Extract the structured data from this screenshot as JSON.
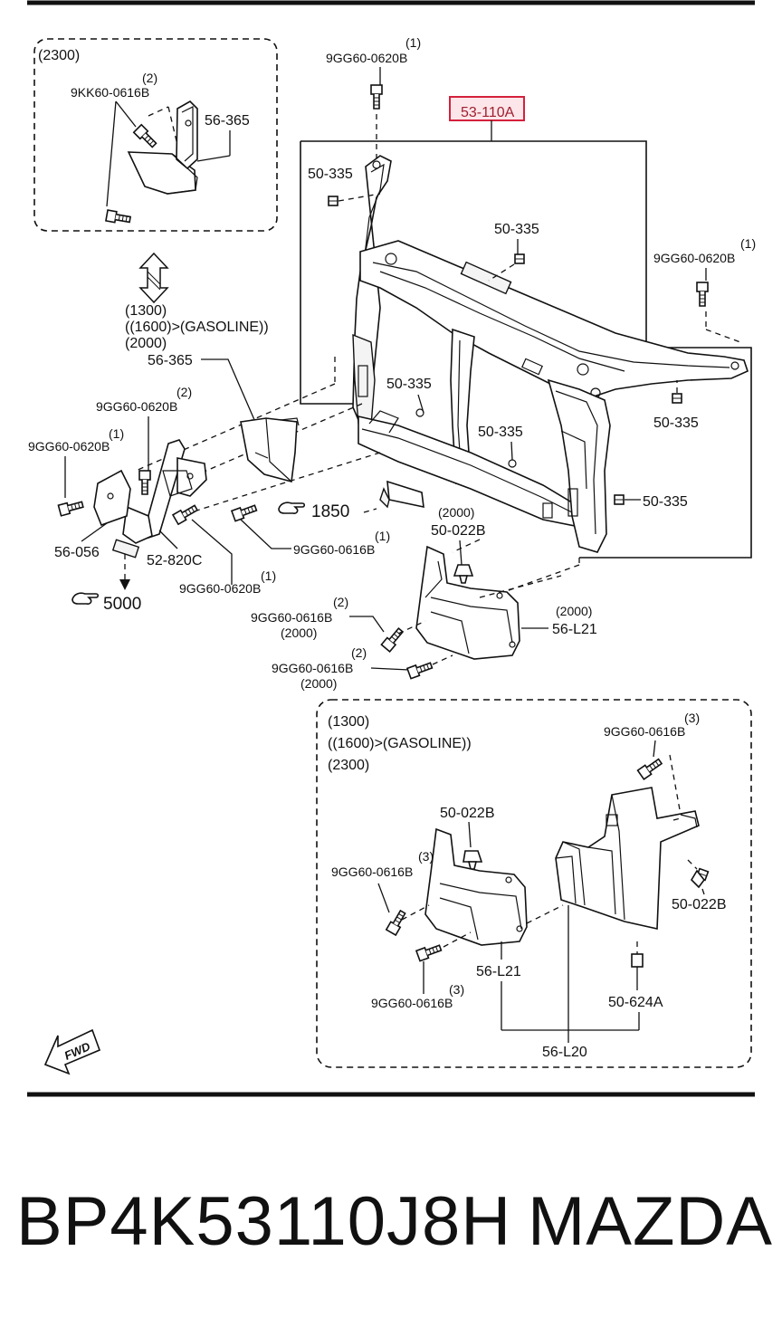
{
  "footer": {
    "part_number": "BP4K53110J8H",
    "brand": "MAZDA"
  },
  "callouts": {
    "box_2300": "(2300)",
    "q1": "(1)",
    "q2": "(2)",
    "q3": "(3)",
    "b_9GG60_0620B": "9GG60-0620B",
    "b_9KK60_0616B": "9KK60-0616B",
    "b_9GG60_0616B": "9GG60-0616B",
    "p_56_365": "56-365",
    "p_53_110A": "53-110A",
    "p_50_335": "50-335",
    "p_56_056": "56-056",
    "p_52_820C": "52-820C",
    "p_50_022B": "50-022B",
    "p_56_L21": "56-L21",
    "p_56_L20": "56-L20",
    "p_50_624A": "50-624A",
    "ref_1850": "1850",
    "ref_5000": "5000",
    "v1300": "(1300)",
    "v1600": "((1600)>(GASOLINE))",
    "v2000": "(2000)",
    "v2300": "(2300)",
    "fwd": "FWD"
  }
}
